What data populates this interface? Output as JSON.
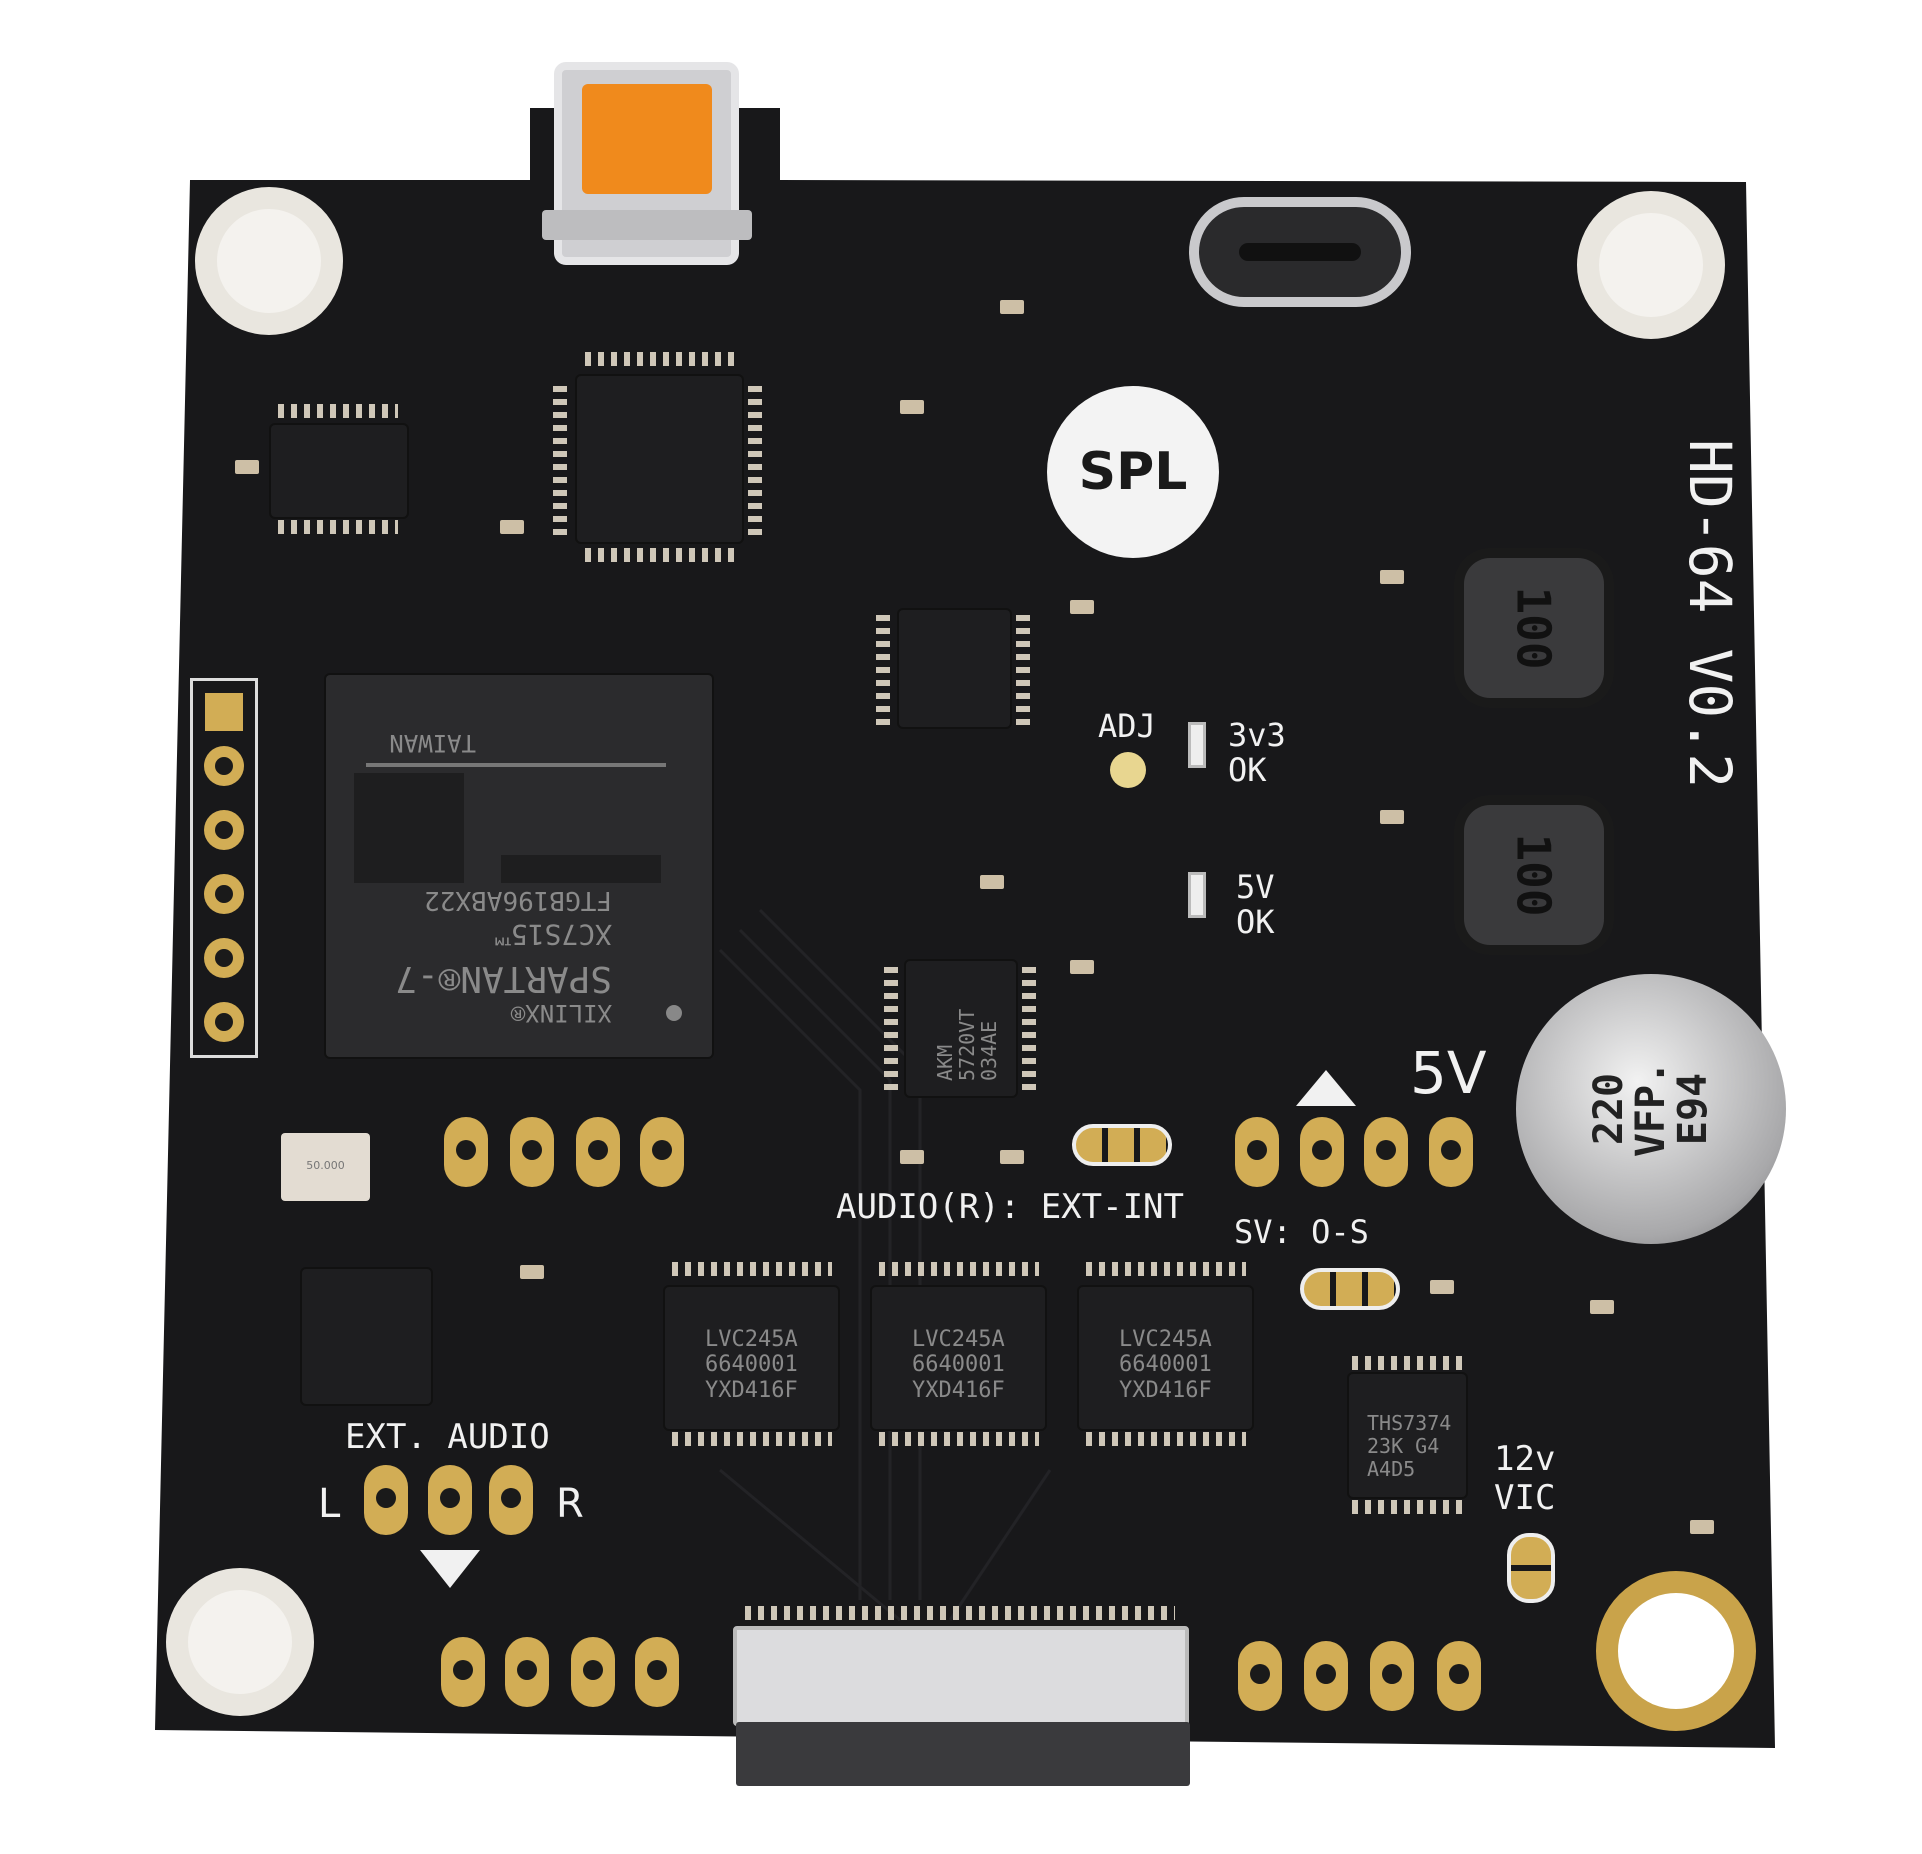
{
  "board": {
    "title": "HD-64 V0.2",
    "logo": "SPL",
    "labels": {
      "adj": "ADJ",
      "ok_3v3": "3v3\nOK",
      "ok_5v": "5V\nOK",
      "five_v": "5V",
      "audio_r": "AUDIO(R): EXT-INT",
      "sv": "SV: O-S",
      "ext_audio": "EXT. AUDIO",
      "left": "L",
      "right": "R",
      "vic": "12v\nVIC"
    },
    "fpga": {
      "line1": "TAIWAN",
      "line2": "FTGB196ABX22",
      "line3": "XC7S15™",
      "line4": "SPARTAN®-7",
      "line5": "XILINX®"
    },
    "buffers": [
      {
        "line1": "LVC245A",
        "line2": "6640001",
        "line3": "YXD416F"
      },
      {
        "line1": "LVC245A",
        "line2": "6640001",
        "line3": "YXD416F"
      },
      {
        "line1": "LVC245A",
        "line2": "6640001",
        "line3": "YXD416F"
      }
    ],
    "codec": {
      "line1": "AKM",
      "line2": "5720VT",
      "line3": "034AE"
    },
    "video_amp": {
      "line1": "THS7374",
      "line2": "23K G4",
      "line3": "A4D5"
    },
    "inductors": [
      "100",
      "100"
    ],
    "capacitor": {
      "line1": "220",
      "line2": "VFP.",
      "line3": "E94"
    },
    "crystal": "50.000",
    "colors": {
      "pcb": "#18181a",
      "gold": "#d2ad55",
      "silk": "#f1f1f1",
      "usb_orange": "#f08a1c"
    }
  }
}
